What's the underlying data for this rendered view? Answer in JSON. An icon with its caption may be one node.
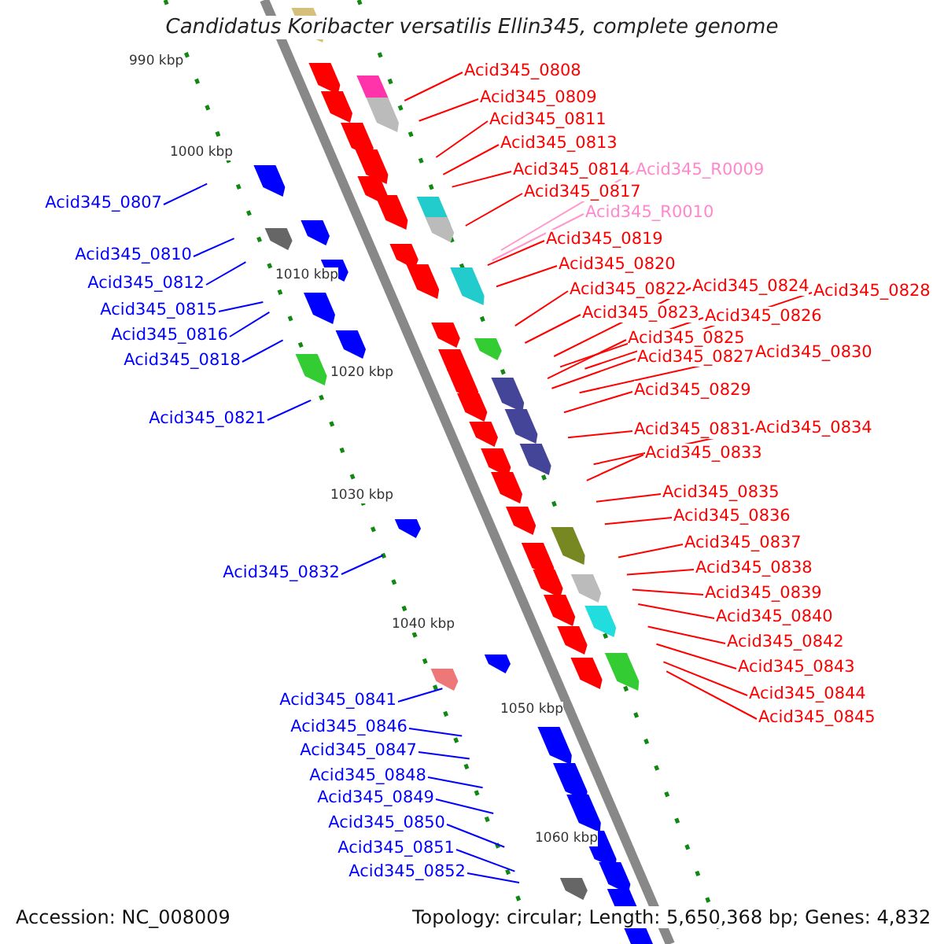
{
  "diagram": {
    "title": "Candidatus Koribacter versatilis Ellin345, complete genome",
    "nodes": [
      {
        "text": [
          "Acid345_0808"
        ]
      },
      {
        "text": [
          "Acid345_0809"
        ]
      },
      {
        "text": [
          "Acid345_0811"
        ]
      },
      {
        "text": [
          "Acid345_0813"
        ]
      },
      {
        "text": [
          "Acid345_0814"
        ]
      },
      {
        "text": [
          "Acid345_R0009"
        ]
      },
      {
        "text": [
          "Acid345_0817"
        ]
      },
      {
        "text": [
          "Acid345_R0010"
        ]
      },
      {
        "text": [
          "Acid345_0819"
        ]
      },
      {
        "text": [
          "Acid345_0820"
        ]
      },
      {
        "text": [
          "Acid345_0822"
        ]
      },
      {
        "text": [
          "Acid345_0824"
        ]
      },
      {
        "text": [
          "Acid345_0828"
        ]
      },
      {
        "text": [
          "Acid345_0823"
        ]
      },
      {
        "text": [
          "Acid345_0826"
        ]
      },
      {
        "text": [
          "Acid345_0825"
        ]
      },
      {
        "text": [
          "Acid345_0827"
        ]
      },
      {
        "text": [
          "Acid345_0830"
        ]
      },
      {
        "text": [
          "Acid345_0829"
        ]
      },
      {
        "text": [
          "Acid345_0831"
        ]
      },
      {
        "text": [
          "Acid345_0834"
        ]
      },
      {
        "text": [
          "Acid345_0833"
        ]
      },
      {
        "text": [
          "Acid345_0835"
        ]
      },
      {
        "text": [
          "Acid345_0836"
        ]
      },
      {
        "text": [
          "Acid345_0837"
        ]
      },
      {
        "text": [
          "Acid345_0838"
        ]
      },
      {
        "text": [
          "Acid345_0839"
        ]
      },
      {
        "text": [
          "Acid345_0840"
        ]
      },
      {
        "text": [
          "Acid345_0842"
        ]
      },
      {
        "text": [
          "Acid345_0843"
        ]
      },
      {
        "text": [
          "Acid345_0844"
        ]
      },
      {
        "text": [
          "Acid345_0845"
        ]
      },
      {
        "text": [
          "Acid345_0807"
        ]
      },
      {
        "text": [
          "Acid345_0810"
        ]
      },
      {
        "text": [
          "Acid345_0812"
        ]
      },
      {
        "text": [
          "Acid345_0815"
        ]
      },
      {
        "text": [
          "Acid345_0816"
        ]
      },
      {
        "text": [
          "Acid345_0818"
        ]
      },
      {
        "text": [
          "Acid345_0821"
        ]
      },
      {
        "text": [
          "Acid345_0832"
        ]
      },
      {
        "text": [
          "Acid345_0841"
        ]
      },
      {
        "text": [
          "Acid345_0846"
        ]
      },
      {
        "text": [
          "Acid345_0847"
        ]
      },
      {
        "text": [
          "Acid345_0848"
        ]
      },
      {
        "text": [
          "Acid345_0849"
        ]
      },
      {
        "text": [
          "Acid345_0850"
        ]
      },
      {
        "text": [
          "Acid345_0851"
        ]
      },
      {
        "text": [
          "Acid345_0852"
        ]
      }
    ],
    "edges": [
      {
        "from": 0,
        "to": null,
        "arrow": "none"
      },
      {
        "from": 1,
        "to": null,
        "arrow": "none"
      },
      {
        "from": 2,
        "to": null,
        "arrow": "none"
      },
      {
        "from": 3,
        "to": null,
        "arrow": "none"
      },
      {
        "from": 4,
        "to": null,
        "arrow": "none"
      },
      {
        "from": 5,
        "to": null,
        "arrow": "none",
        "color": "#ff99cc"
      },
      {
        "from": 6,
        "to": null,
        "arrow": "none"
      },
      {
        "from": 7,
        "to": null,
        "arrow": "none",
        "color": "#ff99cc"
      },
      {
        "from": 8,
        "to": null,
        "arrow": "none"
      },
      {
        "from": 9,
        "to": null,
        "arrow": "none"
      },
      {
        "from": 10,
        "to": null,
        "arrow": "none"
      },
      {
        "from": 11,
        "to": null,
        "arrow": "none"
      },
      {
        "from": 12,
        "to": null,
        "arrow": "none"
      },
      {
        "from": 13,
        "to": null,
        "arrow": "none"
      },
      {
        "from": 14,
        "to": null,
        "arrow": "none"
      },
      {
        "from": 15,
        "to": null,
        "arrow": "none"
      },
      {
        "from": 16,
        "to": null,
        "arrow": "none"
      },
      {
        "from": 17,
        "to": null,
        "arrow": "none"
      },
      {
        "from": 18,
        "to": null,
        "arrow": "none"
      },
      {
        "from": 19,
        "to": null,
        "arrow": "none"
      },
      {
        "from": 20,
        "to": null,
        "arrow": "none"
      },
      {
        "from": 21,
        "to": null,
        "arrow": "none"
      },
      {
        "from": 22,
        "to": null,
        "arrow": "none"
      },
      {
        "from": 23,
        "to": null,
        "arrow": "none"
      },
      {
        "from": 24,
        "to": null,
        "arrow": "none"
      },
      {
        "from": 25,
        "to": null,
        "arrow": "none"
      },
      {
        "from": 26,
        "to": null,
        "arrow": "none"
      },
      {
        "from": 27,
        "to": null,
        "arrow": "none"
      },
      {
        "from": 28,
        "to": null,
        "arrow": "none"
      },
      {
        "from": 29,
        "to": null,
        "arrow": "none"
      },
      {
        "from": 30,
        "to": null,
        "arrow": "none"
      },
      {
        "from": 31,
        "to": null,
        "arrow": "none"
      },
      {
        "from": 32,
        "to": null,
        "arrow": "none",
        "color": "#0000ff"
      },
      {
        "from": 33,
        "to": null,
        "arrow": "none",
        "color": "#0000ff"
      },
      {
        "from": 34,
        "to": null,
        "arrow": "none",
        "color": "#0000ff"
      },
      {
        "from": 35,
        "to": null,
        "arrow": "none",
        "color": "#0000ff"
      },
      {
        "from": 36,
        "to": null,
        "arrow": "none",
        "color": "#0000ff"
      },
      {
        "from": 37,
        "to": null,
        "arrow": "none",
        "color": "#0000ff"
      },
      {
        "from": 38,
        "to": null,
        "arrow": "none",
        "color": "#0000ff"
      },
      {
        "from": 39,
        "to": null,
        "arrow": "none",
        "color": "#0000ff"
      },
      {
        "from": 40,
        "to": null,
        "arrow": "none",
        "color": "#0000ff"
      },
      {
        "from": 41,
        "to": null,
        "arrow": "none",
        "color": "#0000ff"
      },
      {
        "from": 42,
        "to": null,
        "arrow": "none",
        "color": "#0000ff"
      },
      {
        "from": 43,
        "to": null,
        "arrow": "none",
        "color": "#0000ff"
      },
      {
        "from": 44,
        "to": null,
        "arrow": "none",
        "color": "#0000ff"
      },
      {
        "from": 45,
        "to": null,
        "arrow": "none",
        "color": "#0000ff"
      },
      {
        "from": 46,
        "to": null,
        "arrow": "none",
        "color": "#0000ff"
      },
      {
        "from": 47,
        "to": null,
        "arrow": "none",
        "color": "#0000ff"
      }
    ],
    "labels": [
      "990 kbp",
      "1000 kbp",
      "1010 kbp",
      "1020 kbp",
      "1030 kbp",
      "1040 kbp",
      "1050 kbp",
      "1060 kbp",
      "Accession: NC_008009",
      "Topology: circular; Length: 5,650,368 bp; Genes: 4,832"
    ]
  }
}
